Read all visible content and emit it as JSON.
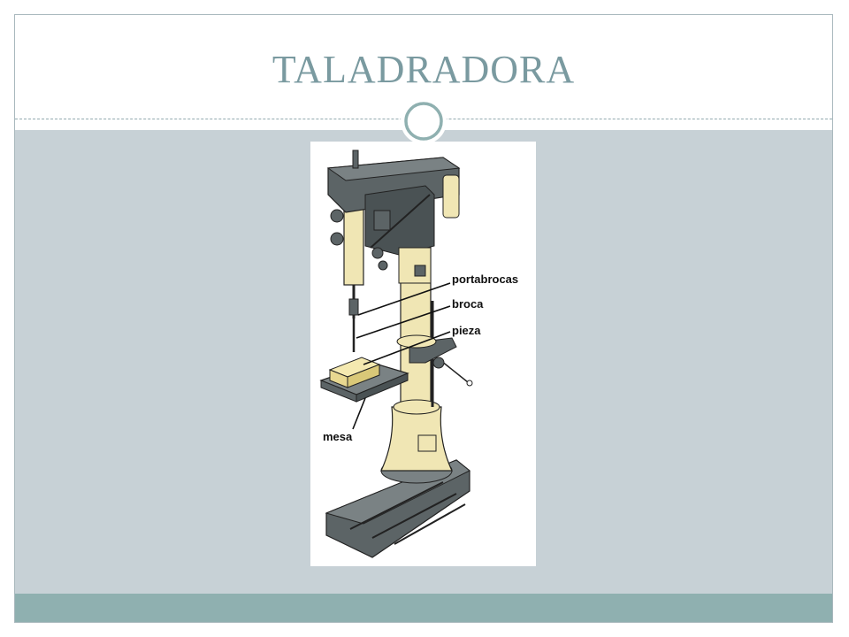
{
  "slide": {
    "title": "TALADRADORA"
  },
  "diagram": {
    "labels": {
      "portabrocas": "portabrocas",
      "broca": "broca",
      "pieza": "pieza",
      "mesa": "mesa"
    }
  },
  "colors": {
    "title_text": "#7a9aa0",
    "content_bg": "#c7d1d6",
    "footer_bg": "#8fb0b0",
    "machine_body": "#f0e6b4",
    "machine_metal": "#5c6466"
  }
}
